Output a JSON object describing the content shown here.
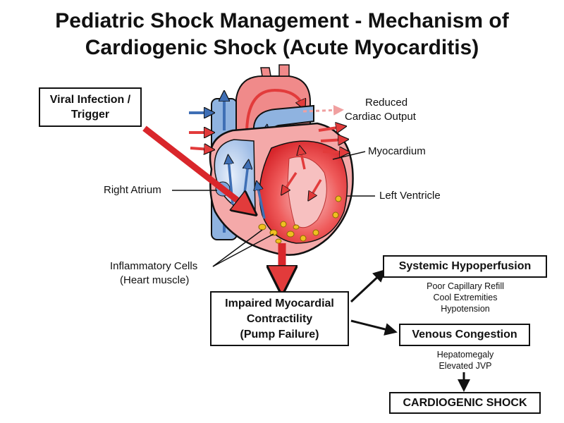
{
  "title": {
    "line1": "Pediatric Shock Management - Mechanism of",
    "line2": "Cardiogenic Shock (Acute Myocarditis)"
  },
  "trigger_box": {
    "line1": "Viral Infection /",
    "line2": "Trigger"
  },
  "labels": {
    "output_line1": "Reduced",
    "output_line2": "Cardiac Output",
    "myocardium": "Myocardium",
    "left_ventricle": "Left Ventricle",
    "right_atrium": "Right Atrium",
    "inflammatory_line1": "Inflammatory Cells",
    "inflammatory_line2": "(Heart muscle)"
  },
  "contractility_box": {
    "line1": "Impaired Myocardial",
    "line2": "Contractility",
    "line3": "(Pump Failure)"
  },
  "hypoperfusion": {
    "title": "Systemic Hypoperfusion",
    "signs": [
      "Poor Capillary Refill",
      "Cool Extremities",
      "Hypotension"
    ]
  },
  "congestion": {
    "title": "Venous Congestion",
    "signs": [
      "Hepatomegaly",
      "Elevated JVP"
    ]
  },
  "outcome": {
    "title": "CARDIOGENIC SHOCK"
  },
  "colors": {
    "oxygenated": "#e23b3b",
    "deoxygenated": "#4f7fbf",
    "vessel_red": "#f08a8a",
    "vessel_blue": "#8fb3e0",
    "inflamed": "#f0c020",
    "outline": "#111111"
  }
}
